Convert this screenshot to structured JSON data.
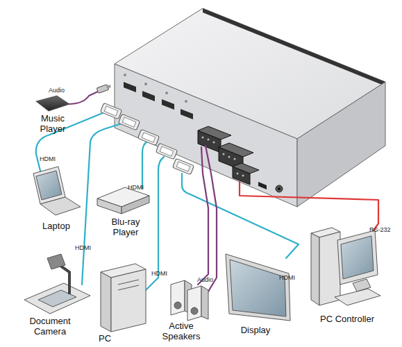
{
  "diagram": {
    "nodes": [
      {
        "text": [
          "Music Player"
        ]
      },
      {
        "text": [
          "Laptop"
        ]
      },
      {
        "text": [
          "Blu-ray Player"
        ]
      },
      {
        "text": [
          "Document Camera"
        ]
      },
      {
        "text": [
          "PC"
        ]
      },
      {
        "text": [
          "Active Speakers"
        ]
      },
      {
        "text": [
          "Display"
        ]
      },
      {
        "text": [
          "PC Controller"
        ]
      }
    ],
    "labels": [
      "Audio",
      "HDMI",
      "HDMI",
      "HDMI",
      "HDMI",
      "Audio",
      "HDMI",
      "RS-232"
    ]
  }
}
